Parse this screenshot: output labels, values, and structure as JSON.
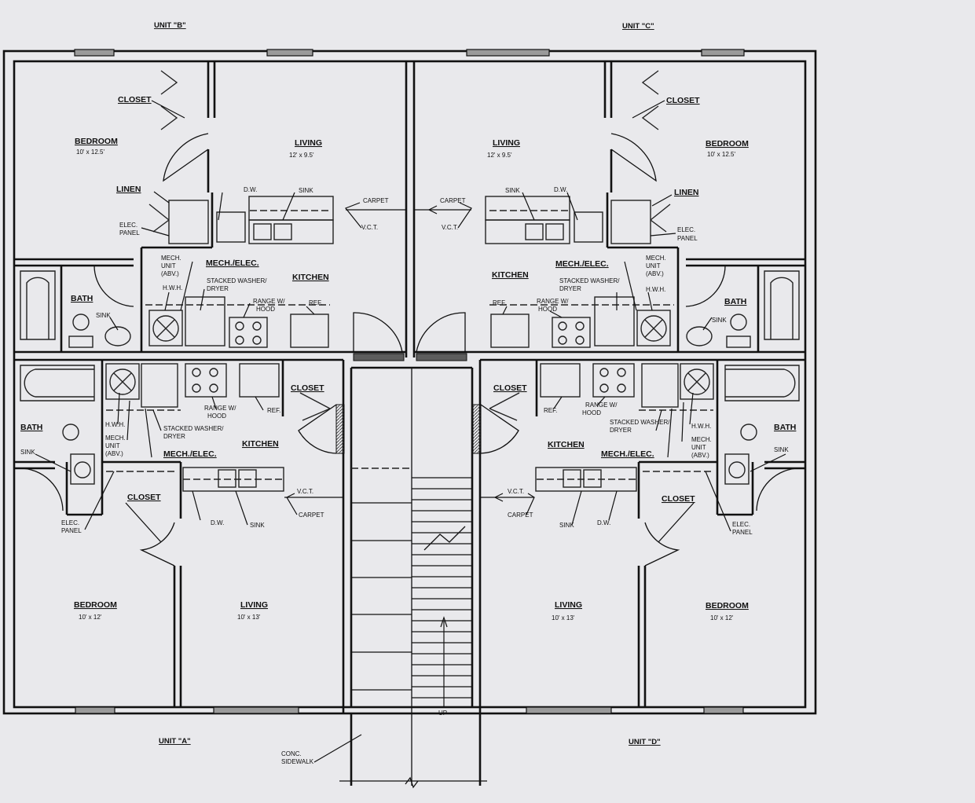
{
  "units": {
    "b": "UNIT \"B\"",
    "c": "UNIT \"C\"",
    "a": "UNIT \"A\"",
    "d": "UNIT \"D\""
  },
  "rooms": {
    "bedroom": "BEDROOM",
    "living": "LIVING",
    "closet": "CLOSET",
    "linen": "LINEN",
    "kitchen": "KITCHEN",
    "mech_elec": "MECH./ELEC.",
    "bath": "BATH"
  },
  "dimensions": {
    "upper_bedroom": "10' x 12.5'",
    "upper_living": "12' x 9.5'",
    "lower_bedroom": "10' x 12'",
    "lower_living": "10' x 13'"
  },
  "annotations": {
    "dw": "D.W.",
    "sink": "SINK",
    "carpet": "CARPET",
    "vct": "V.C.T.",
    "elec_panel_1": "ELEC.",
    "elec_panel_2": "PANEL",
    "mech_unit_1": "MECH.",
    "mech_unit_2": "UNIT",
    "mech_unit_3": "(ABV.)",
    "hwh": "H.W.H.",
    "stacked_1": "STACKED WASHER/",
    "stacked_2": "DRYER",
    "range_1": "RANGE W/",
    "range_2": "HOOD",
    "ref": "REF.",
    "conc_1": "CONC.",
    "conc_2": "SIDEWALK",
    "up": "UP"
  }
}
